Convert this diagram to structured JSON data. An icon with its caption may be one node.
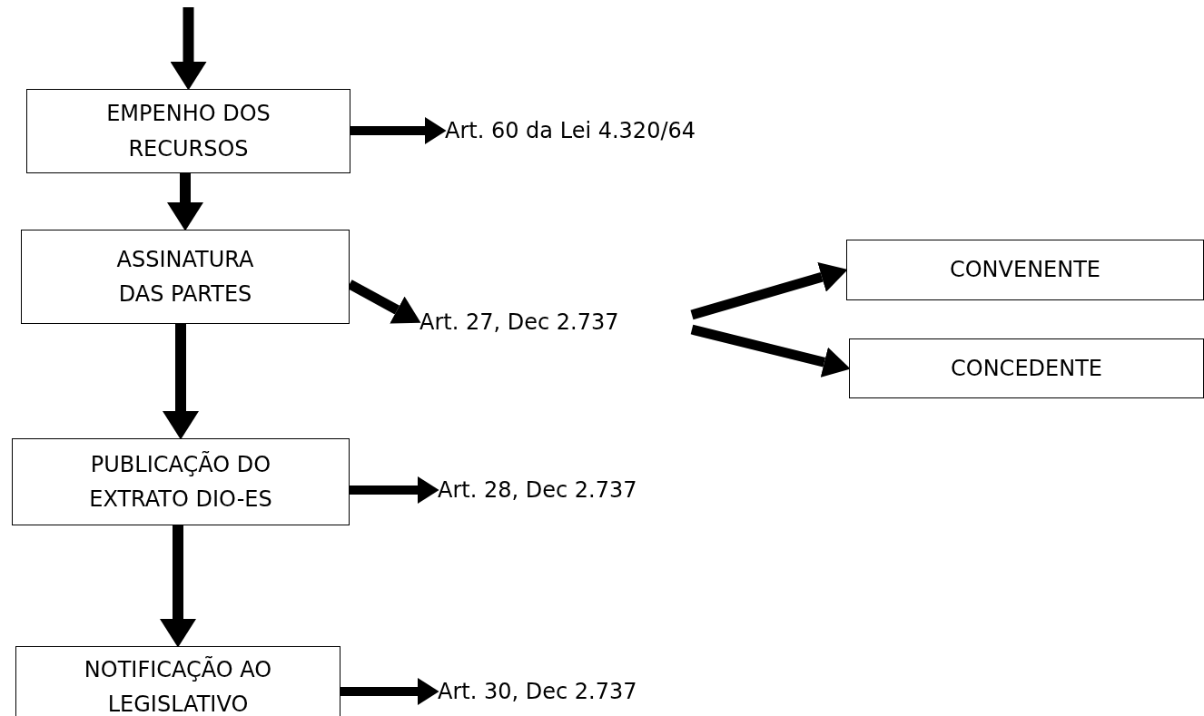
{
  "diagram": {
    "nodes": [
      {
        "text": [
          "EMPENHO DOS RECURSOS"
        ]
      },
      {
        "text": [
          "Art. 60 da Lei 4.320/64"
        ]
      },
      {
        "text": [
          "ASSINATURA DAS PARTES"
        ]
      },
      {
        "text": [
          "Art. 27, Dec 2.737"
        ]
      },
      {
        "text": [
          "CONVENENTE"
        ]
      },
      {
        "text": [
          "CONCEDENTE"
        ]
      },
      {
        "text": [
          "PUBLICAÇÃO DO EXTRATO DIO-ES"
        ]
      },
      {
        "text": [
          "Art. 28, Dec 2.737"
        ]
      },
      {
        "text": [
          "NOTIFICAÇÃO AO LEGISLATIVO"
        ]
      },
      {
        "text": [
          "Art. 30, Dec 2.737"
        ]
      }
    ],
    "edges": [
      {
        "from": null,
        "to": 0,
        "arrow": "to"
      },
      {
        "from": 0,
        "to": 2,
        "arrow": "to"
      },
      {
        "from": 2,
        "to": 6,
        "arrow": "to"
      },
      {
        "from": 6,
        "to": 8,
        "arrow": "to"
      },
      {
        "from": 0,
        "to": 1,
        "arrow": "to"
      },
      {
        "from": 2,
        "to": 3,
        "arrow": "to"
      },
      {
        "from": 3,
        "to": 4,
        "arrow": "to"
      },
      {
        "from": 3,
        "to": 5,
        "arrow": "to"
      },
      {
        "from": 6,
        "to": 7,
        "arrow": "to"
      },
      {
        "from": 8,
        "to": 9,
        "arrow": "to"
      }
    ]
  }
}
